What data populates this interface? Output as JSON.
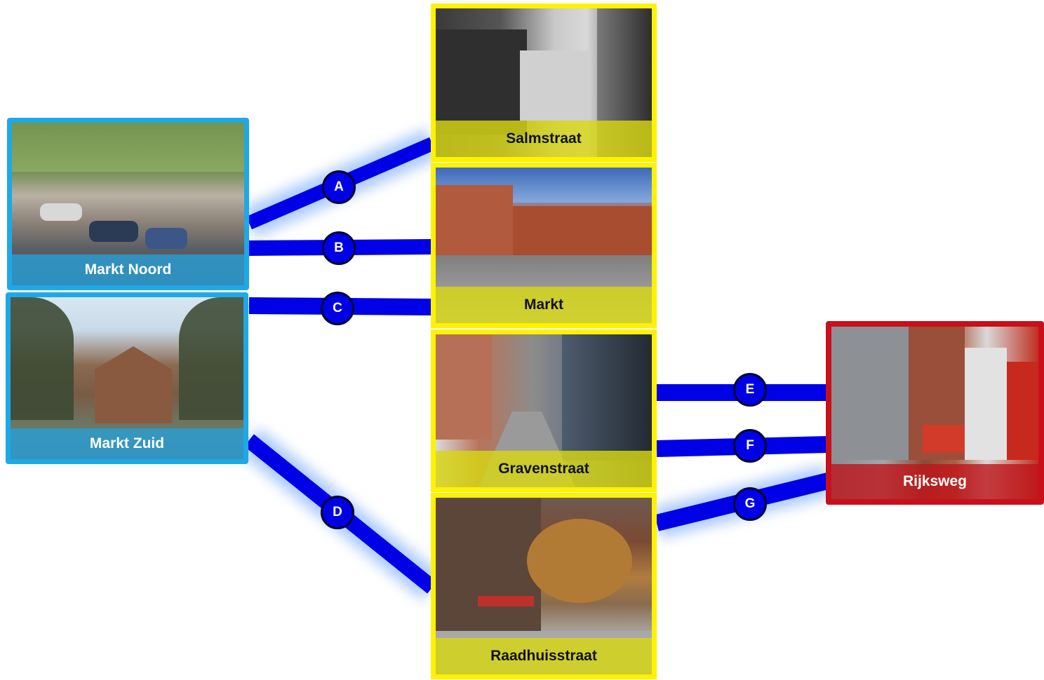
{
  "diagram": {
    "nodes": [
      {
        "id": "markt_noord",
        "label": "Markt Noord",
        "group": "blue"
      },
      {
        "id": "markt_zuid",
        "label": "Markt Zuid",
        "group": "blue"
      },
      {
        "id": "salmstraat",
        "label": "Salmstraat",
        "group": "yellow"
      },
      {
        "id": "markt",
        "label": "Markt",
        "group": "yellow"
      },
      {
        "id": "gravenstraat",
        "label": "Gravenstraat",
        "group": "yellow"
      },
      {
        "id": "raadhuisstraat",
        "label": "Raadhuisstraat",
        "group": "yellow"
      },
      {
        "id": "rijksweg",
        "label": "Rijksweg",
        "group": "red"
      }
    ],
    "connections": [
      {
        "label": "A",
        "from": "markt_noord",
        "to": "salmstraat"
      },
      {
        "label": "B",
        "from": "markt_noord",
        "to": "markt"
      },
      {
        "label": "C",
        "from": "markt_zuid",
        "to": "markt"
      },
      {
        "label": "D",
        "from": "markt_zuid",
        "to": "raadhuisstraat"
      },
      {
        "label": "E",
        "from": "gravenstraat",
        "to": "rijksweg"
      },
      {
        "label": "F",
        "from": "gravenstraat",
        "to": "rijksweg"
      },
      {
        "label": "G",
        "from": "raadhuisstraat",
        "to": "rijksweg"
      }
    ]
  },
  "colors": {
    "connector": "#0000e6",
    "connector_glow": "#9fc3ff",
    "blue_frame": "#1ea8e6",
    "yellow_frame": "#fff200",
    "red_frame": "#c8101a"
  }
}
